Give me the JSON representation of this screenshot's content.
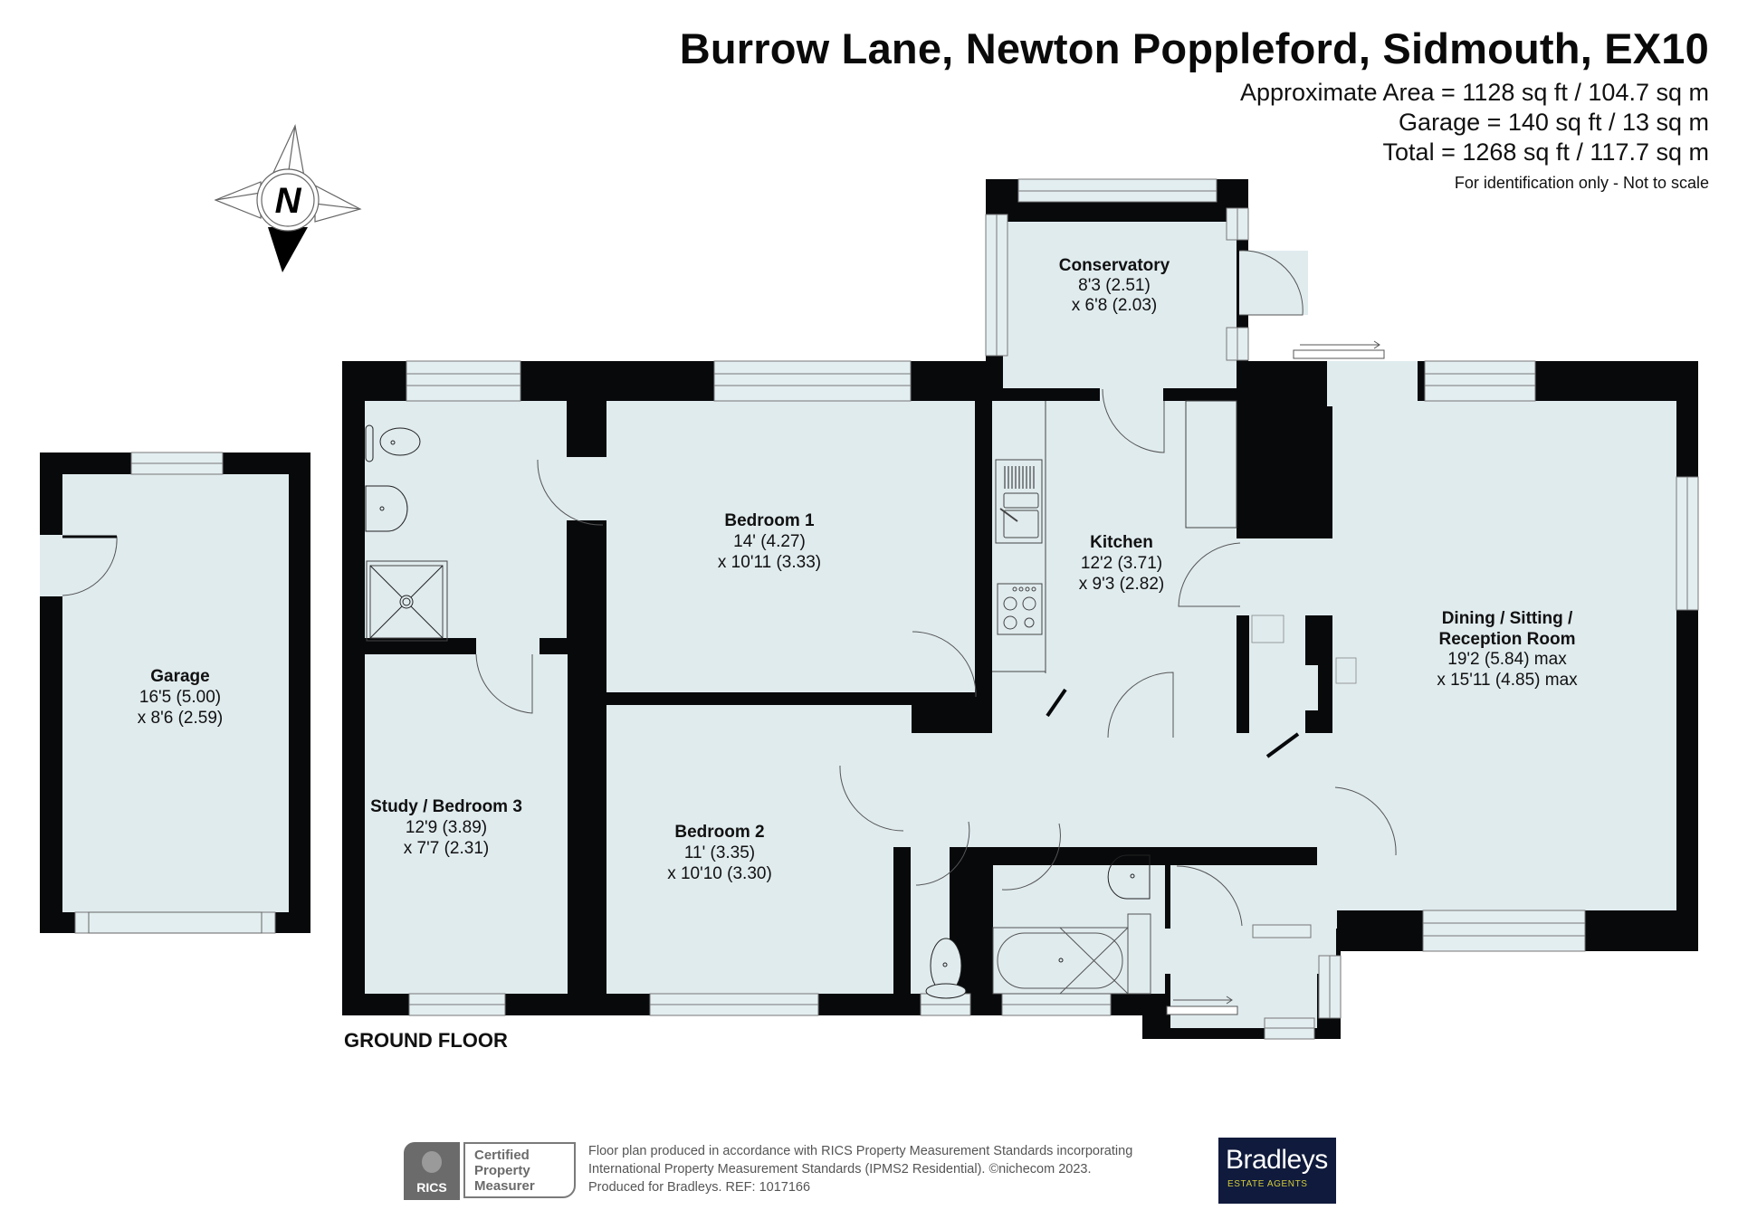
{
  "header": {
    "title": "Burrow Lane, Newton Poppleford, Sidmouth, EX10",
    "areas": [
      "Approximate Area = 1128 sq ft / 104.7 sq m",
      "Garage = 140 sq ft / 13 sq m",
      "Total = 1268 sq ft / 117.7 sq m"
    ],
    "disclaimer": "For identification only - Not to scale"
  },
  "compass": {
    "icon": "north-compass-icon",
    "label": "N"
  },
  "floor_label": "GROUND FLOOR",
  "rooms": {
    "garage": {
      "name": "Garage",
      "dim1": "16'5 (5.00)",
      "dim2": "x 8'6 (2.59)"
    },
    "conservatory": {
      "name": "Conservatory",
      "dim1": "8'3 (2.51)",
      "dim2": "x 6'8 (2.03)"
    },
    "bedroom1": {
      "name": "Bedroom 1",
      "dim1": "14' (4.27)",
      "dim2": "x 10'11 (3.33)"
    },
    "kitchen": {
      "name": "Kitchen",
      "dim1": "12'2 (3.71)",
      "dim2": "x 9'3 (2.82)"
    },
    "reception": {
      "name1": "Dining / Sitting /",
      "name2": "Reception Room",
      "dim1": "19'2 (5.84) max",
      "dim2": "x 15'11 (4.85) max"
    },
    "study": {
      "name": "Study / Bedroom 3",
      "dim1": "12'9 (3.89)",
      "dim2": "x 7'7 (2.31)"
    },
    "bedroom2": {
      "name": "Bedroom 2",
      "dim1": "11' (3.35)",
      "dim2": "x 10'10 (3.30)"
    }
  },
  "colors": {
    "floor": "#e0ebee",
    "wall": "#07090b",
    "window": "#e3eef0",
    "fixture_line": "#555555",
    "brand_navy": "#0f1a3c",
    "brand_yellow": "#d4cc3a",
    "rics_grey": "#6b6b6b"
  },
  "footer": {
    "rics": {
      "badge": "RICS",
      "line1": "Certified",
      "line2": "Property",
      "line3": "Measurer"
    },
    "text_lines": [
      "Floor plan produced in accordance with RICS Property Measurement Standards incorporating",
      "International Property Measurement Standards (IPMS2 Residential).   ©nichecom 2023.",
      "Produced for Bradleys.   REF: 1017166"
    ],
    "brand": {
      "name": "Bradleys",
      "sub": "ESTATE AGENTS"
    }
  }
}
